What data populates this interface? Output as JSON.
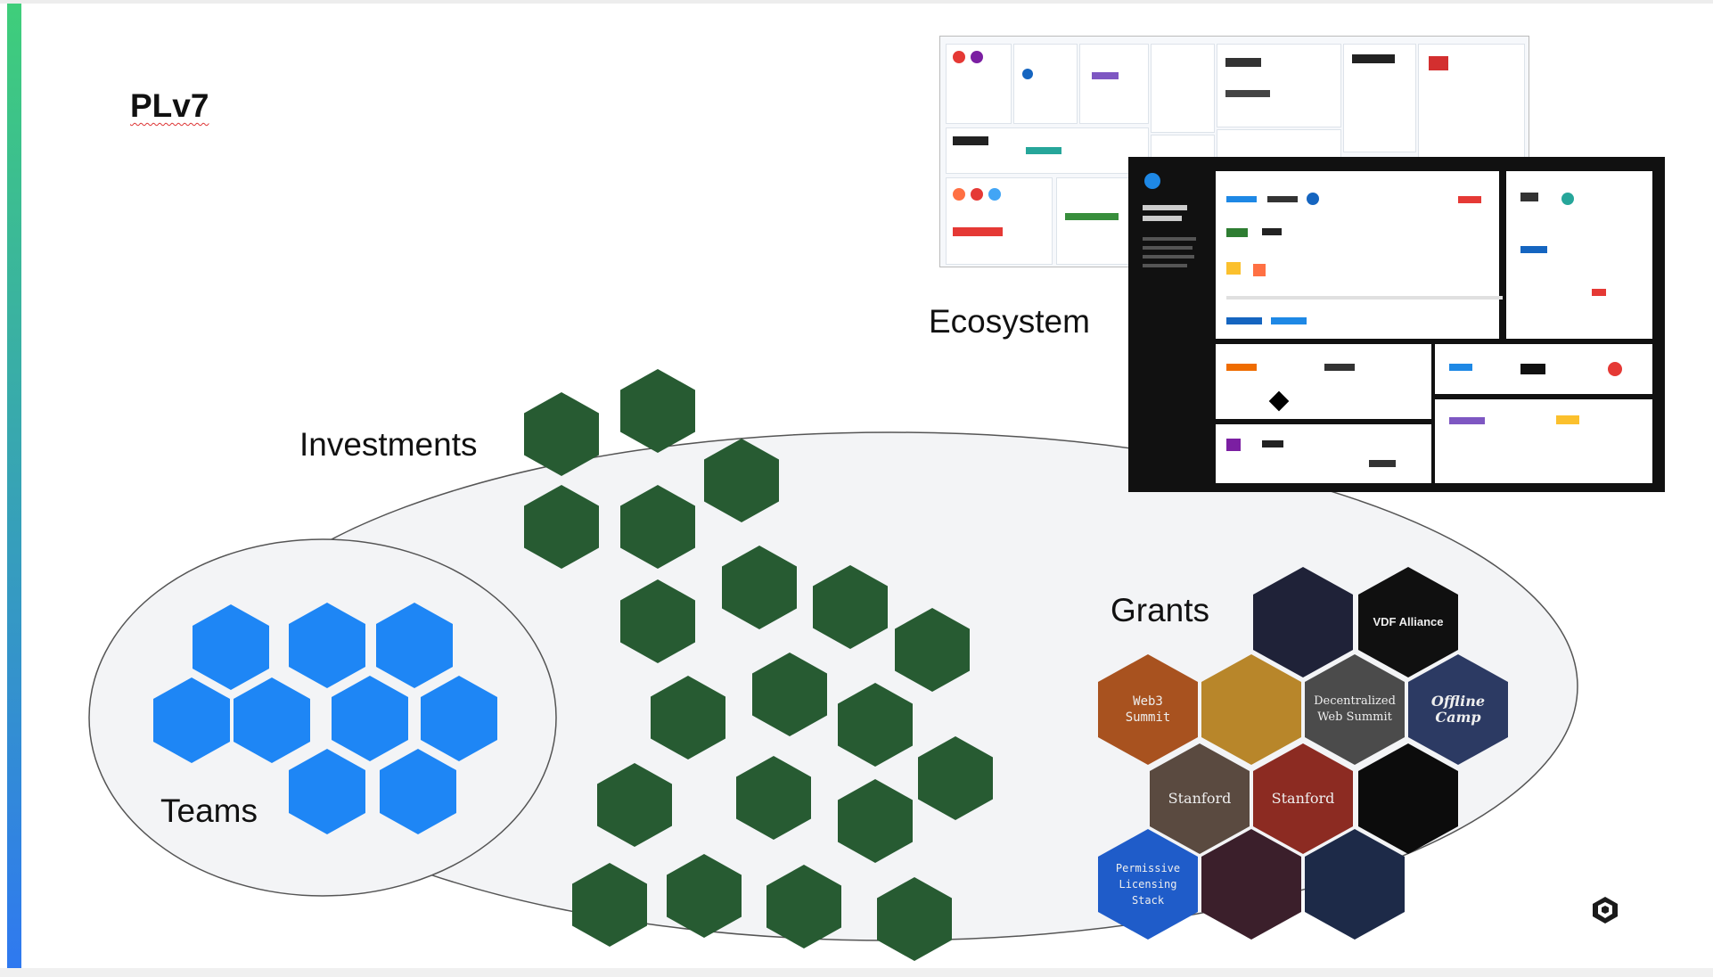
{
  "slide": {
    "title": "PLv7",
    "labels": {
      "ecosystem": "Ecosystem",
      "investments": "Investments",
      "grants": "Grants",
      "teams": "Teams"
    }
  },
  "grants": {
    "tiles": [
      "",
      "VDF Alliance",
      "Web3 Summit",
      "",
      "Decentralized Web Summit",
      "Offline Camp",
      "Stanford",
      "Stanford",
      "",
      "Permissive Licensing Stack",
      "",
      ""
    ]
  },
  "colors": {
    "investments_hex": "#275b32",
    "teams_hex": "#1e86f5",
    "accent_bar_top": "#3fce7a",
    "accent_bar_bottom": "#2f79f0"
  },
  "icons": [
    "cube-logo-icon"
  ]
}
